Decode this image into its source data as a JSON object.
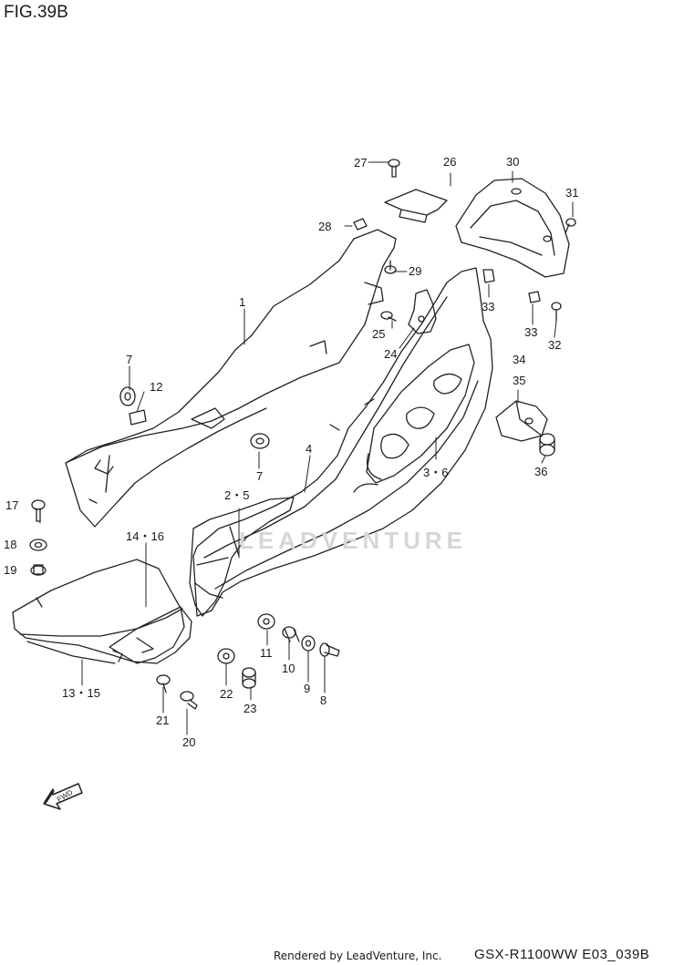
{
  "figure": {
    "title": "FIG.39B",
    "watermark": "LEADVENTURE",
    "footer_credit": "Rendered by LeadVenture, Inc.",
    "footer_code": "GSX-R1100WW  E03_039B",
    "fwd_arrow_text": "FWD"
  },
  "callouts": {
    "c1": "1",
    "c2_5": "2・5",
    "c3_6": "3・6",
    "c4": "4",
    "c7a": "7",
    "c7b": "7",
    "c8": "8",
    "c9": "9",
    "c10": "10",
    "c11": "11",
    "c12": "12",
    "c13_15": "13・15",
    "c14_16": "14・16",
    "c17": "17",
    "c18": "18",
    "c19": "19",
    "c20": "20",
    "c21": "21",
    "c22": "22",
    "c23": "23",
    "c24": "24",
    "c25": "25",
    "c26": "26",
    "c27": "27",
    "c28": "28",
    "c29": "29",
    "c30": "30",
    "c31": "31",
    "c32": "32",
    "c33a": "33",
    "c33b": "33",
    "c34": "34",
    "c35": "35",
    "c36": "36"
  }
}
